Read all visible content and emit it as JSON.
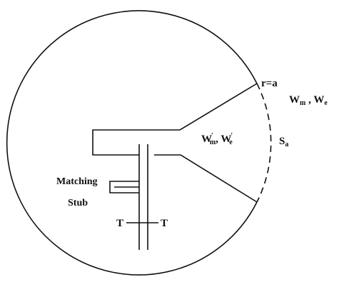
{
  "labels": {
    "radius": "r=a",
    "outer_fields": {
      "w1": "W",
      "s1": "m",
      "sep": " , ",
      "w2": "W",
      "s2": "e"
    },
    "inner_fields": {
      "w1": "W",
      "p1": "′",
      "s1": "m",
      "sep": ", ",
      "w2": "W",
      "p2": "′",
      "s2": "e"
    },
    "surface": {
      "main": "S",
      "sub": "a"
    },
    "stub_line1": "Matching",
    "stub_line2": "Stub",
    "ref_left": "T",
    "ref_right": "T"
  },
  "colors": {
    "ink": "#111111",
    "background": "#ffffff"
  }
}
